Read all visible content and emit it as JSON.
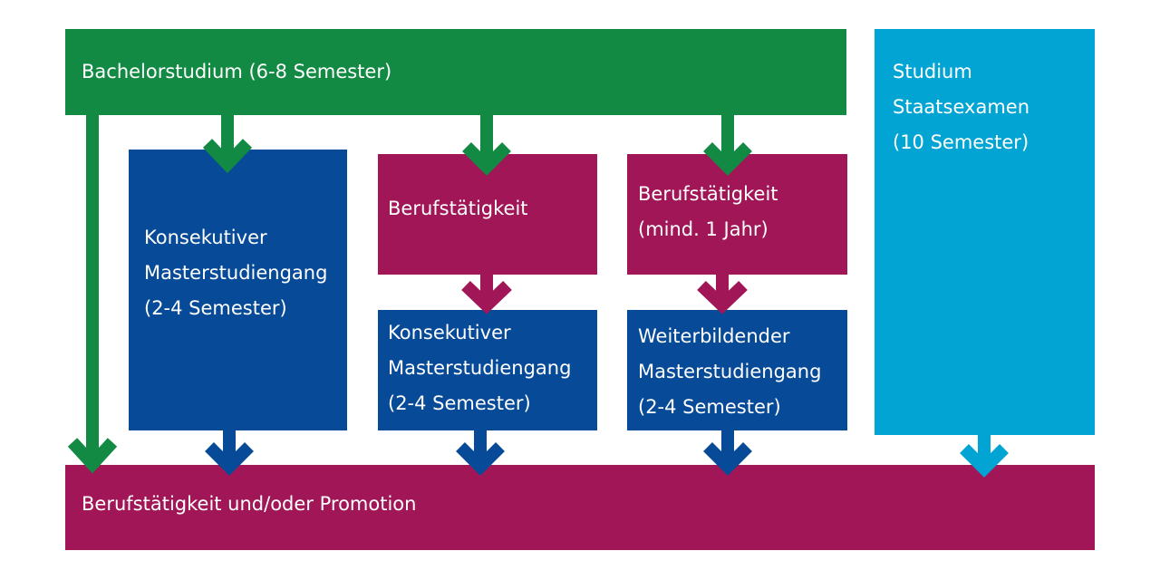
{
  "colors": {
    "green": "#138a43",
    "blue": "#064a98",
    "maroon": "#a11656",
    "cyan": "#02a4d3"
  },
  "boxes": {
    "bachelor": {
      "lines": [
        "Bachelorstudium (6-8 Semester)"
      ]
    },
    "staatsexamen": {
      "lines": [
        "Studium",
        "Staatsexamen",
        "(10 Semester)"
      ]
    },
    "konsekutiv_direkt": {
      "lines": [
        "Konsekutiver",
        "Masterstudiengang",
        "(2-4 Semester)"
      ]
    },
    "beruf_1": {
      "lines": [
        "Berufstätigkeit"
      ]
    },
    "konsekutiv_nach_beruf": {
      "lines": [
        "Konsekutiver",
        "Masterstudiengang",
        "(2-4 Semester)"
      ]
    },
    "beruf_2": {
      "lines": [
        "Berufstätigkeit",
        "(mind. 1 Jahr)"
      ]
    },
    "weiterbildend": {
      "lines": [
        "Weiterbildender",
        "Masterstudiengang",
        "(2-4 Semester)"
      ]
    },
    "promotion": {
      "lines": [
        "Berufstätigkeit und/oder Promotion"
      ]
    }
  }
}
